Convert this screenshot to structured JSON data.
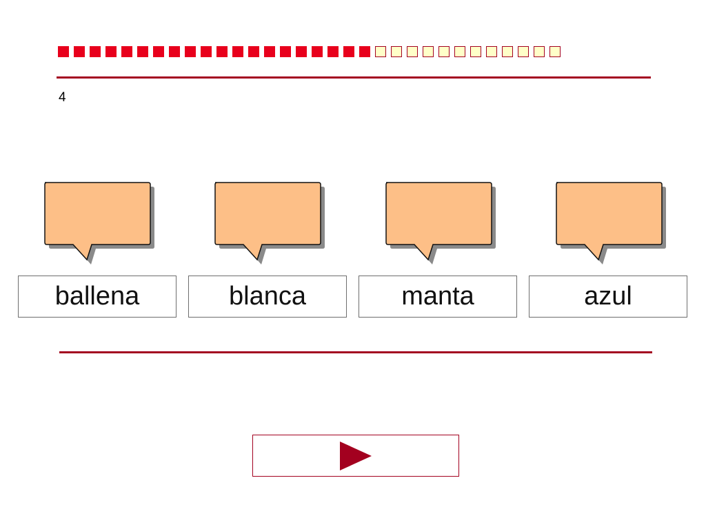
{
  "progress": {
    "completed": 20,
    "total": 32
  },
  "question": {
    "number": "4"
  },
  "words": [
    "ballena",
    "blanca",
    "manta",
    "azul"
  ],
  "colors": {
    "progress_done": "#e8001c",
    "progress_todo": "#ffffc8",
    "accent": "#a3001f",
    "bubble_fill": "#fdbf87",
    "bubble_shadow": "#8a8a8a"
  },
  "icons": {
    "next": "play-arrow-icon",
    "bubble": "speech-bubble-icon"
  }
}
